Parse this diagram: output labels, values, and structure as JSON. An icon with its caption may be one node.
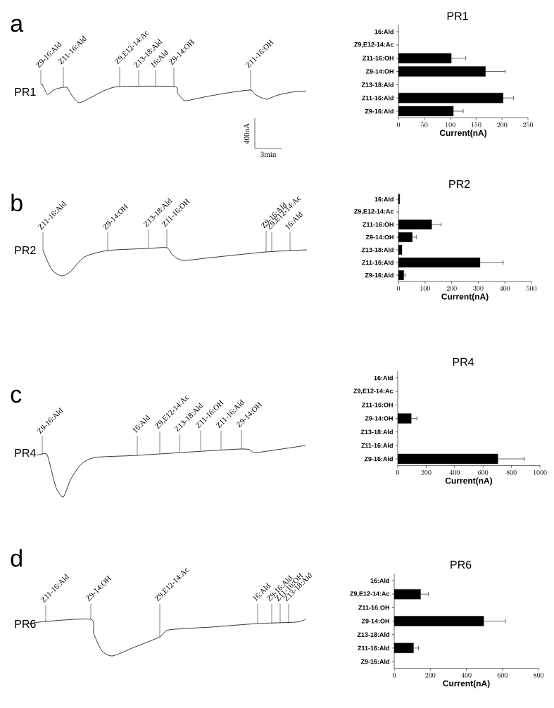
{
  "diagram": {
    "labels": [
      "a",
      "Z9-16:Ald",
      "Z11-16:Ald",
      "Z9,E12-14:Ac",
      "Z13-18:Ald",
      "16:Ald",
      "Z9-14:OH",
      "Z11-16:OH",
      "PR1",
      "400nA",
      "3min",
      "b",
      "Z11-16:Ald",
      "Z9-14:OH",
      "Z13-18:Ald",
      "Z11-16:OH",
      "Z9-16:Ald",
      "Z9,E12-14:Ac",
      "16:Ald",
      "PR2",
      "c",
      "Z9-16:Ald",
      "16:Ald",
      "Z9,E12-14:Ac",
      "Z13-18:Ald",
      "Z11-16:OH",
      "Z11-16:Ald",
      "Z9-14:OH",
      "PR4",
      "d",
      "Z11-16:Ald",
      "Z9-14:OH",
      "Z9,E12-14:Ac",
      "16:Ald",
      "Z9-16:Ald",
      "Z11-16:OH",
      "Z13-18:Ald",
      "PR6"
    ],
    "chart_data": [
      {
        "type": "bar",
        "orientation": "horizontal",
        "title": "PR1",
        "xlabel": "Current(nA)",
        "categories": [
          "16:Ald",
          "Z9,E12-14:Ac",
          "Z11-16:OH",
          "Z9-14:OH",
          "Z13-18:Ald",
          "Z11-16:Ald",
          "Z9-16:Ald"
        ],
        "xlim": [
          0,
          250
        ],
        "xticks": [
          0,
          50,
          100,
          150,
          200,
          250
        ],
        "series": [
          {
            "color": "#000000",
            "values": [
              0,
              0,
              102,
              168,
              0,
              202,
              106
            ],
            "errors": [
              0,
              0,
              28,
              38,
              0,
              20,
              19
            ]
          }
        ]
      },
      {
        "type": "bar",
        "orientation": "horizontal",
        "title": "PR2",
        "xlabel": "Current(nA)",
        "categories": [
          "16:Ald",
          "Z9,E12-14:Ac",
          "Z11-16:OH",
          "Z9-14:OH",
          "Z13-18:Ald",
          "Z11-16:Ald",
          "Z9-16:Ald"
        ],
        "xlim": [
          0,
          500
        ],
        "xticks": [
          0,
          100,
          200,
          300,
          400,
          500
        ],
        "series": [
          {
            "color": "#000000",
            "values": [
              5,
              0,
              125,
              52,
              13,
              307,
              20
            ],
            "errors": [
              0,
              0,
              35,
              15,
              0,
              87,
              5
            ]
          }
        ]
      },
      {
        "type": "bar",
        "orientation": "horizontal",
        "title": "PR4",
        "xlabel": "Current(nA)",
        "categories": [
          "16:Ald",
          "Z9,E12-14:Ac",
          "Z11-16:OH",
          "Z9-14:OH",
          "Z13-18:Ald",
          "Z11-16:Ald",
          "Z9-16:Ald"
        ],
        "xlim": [
          0,
          1000
        ],
        "xticks": [
          0,
          200,
          400,
          600,
          800,
          1000
        ],
        "series": [
          {
            "color": "#000000",
            "values": [
              0,
              0,
              0,
              95,
              0,
              0,
              705
            ],
            "errors": [
              0,
              0,
              0,
              40,
              0,
              0,
              185
            ]
          }
        ]
      },
      {
        "type": "bar",
        "orientation": "horizontal",
        "title": "PR6",
        "xlabel": "Current(nA)",
        "categories": [
          "16:Ald",
          "Z9,E12-14:Ac",
          "Z11-16:OH",
          "Z9-14:OH",
          "Z13-18:Ald",
          "Z11-16:Ald",
          "Z9-16:Ald"
        ],
        "xlim": [
          0,
          800
        ],
        "xticks": [
          0,
          200,
          400,
          600,
          800
        ],
        "series": [
          {
            "color": "#000000",
            "values": [
              0,
              146,
              0,
              497,
              0,
              107,
              0
            ],
            "errors": [
              0,
              43,
              0,
              120,
              0,
              28,
              0
            ]
          }
        ]
      }
    ]
  }
}
